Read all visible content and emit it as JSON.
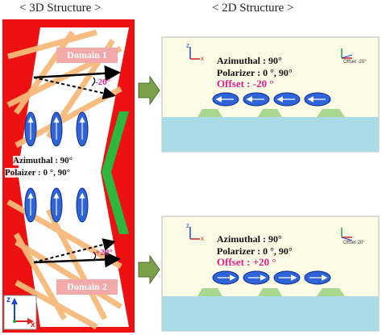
{
  "headings": {
    "left": "< 3D Structure >",
    "right": "< 2D Structure >"
  },
  "structure3d": {
    "domain_top": "Domain 1",
    "domain_bottom": "Domain 2",
    "angle_top": "-20°",
    "angle_bottom": "+20°",
    "azimuthal": "Azimuthal : 90°",
    "polarizer": "Polaizer : 0 °, 90°",
    "axis_z": "z",
    "axis_x": "x"
  },
  "panel_top": {
    "azimuthal": "Azimuthal : 90°",
    "polarizer": "Polarizer  : 0 °, 90°",
    "offset": "Offset    : -20 °",
    "mini_offset": "Offset -20°",
    "axis_z": "z",
    "axis_x": "x"
  },
  "panel_bottom": {
    "azimuthal": "Azimuthal : 90°",
    "polarizer": "Polarizer  : 0 °, 90°",
    "offset": "Offset   : +20 °",
    "mini_offset": "Offset 20°",
    "axis_z": "z",
    "axis_x": "x"
  },
  "colors": {
    "red": "#ee1111",
    "orange": "#f6b97a",
    "green": "#2db83d",
    "panel_bg": "#fbfbe6",
    "substrate": "#a9dbe7",
    "electrode": "#a8d890",
    "lc_fill": "#2f63d8",
    "arrow_green": "#7aa04a",
    "magenta": "#e0218a"
  }
}
